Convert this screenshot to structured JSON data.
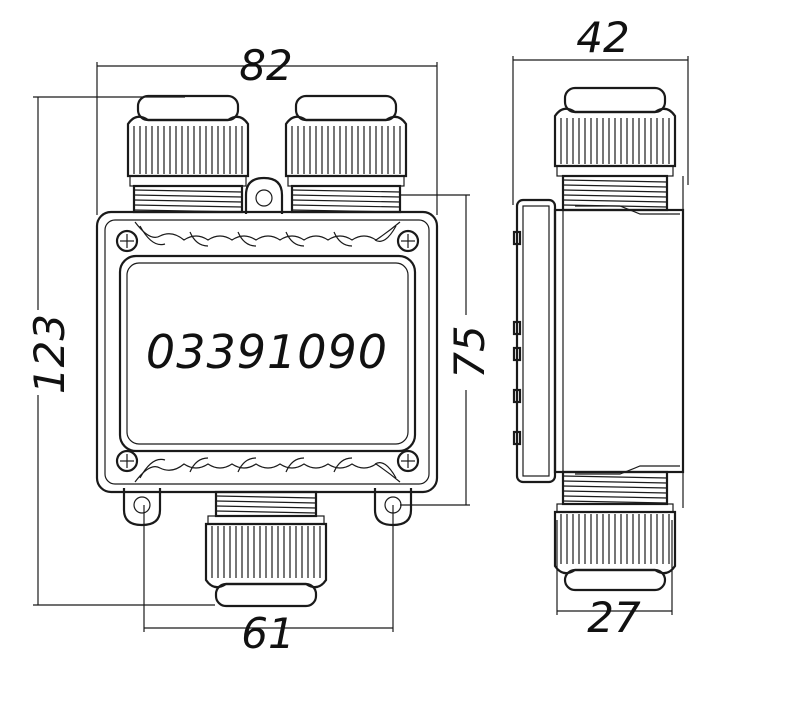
{
  "drawing": {
    "part_number": "03391090",
    "dimensions": {
      "overall_width": "82",
      "overall_height": "123",
      "body_height": "75",
      "mount_hole_spacing": "61",
      "side_depth": "42",
      "side_gland_width": "27"
    }
  }
}
